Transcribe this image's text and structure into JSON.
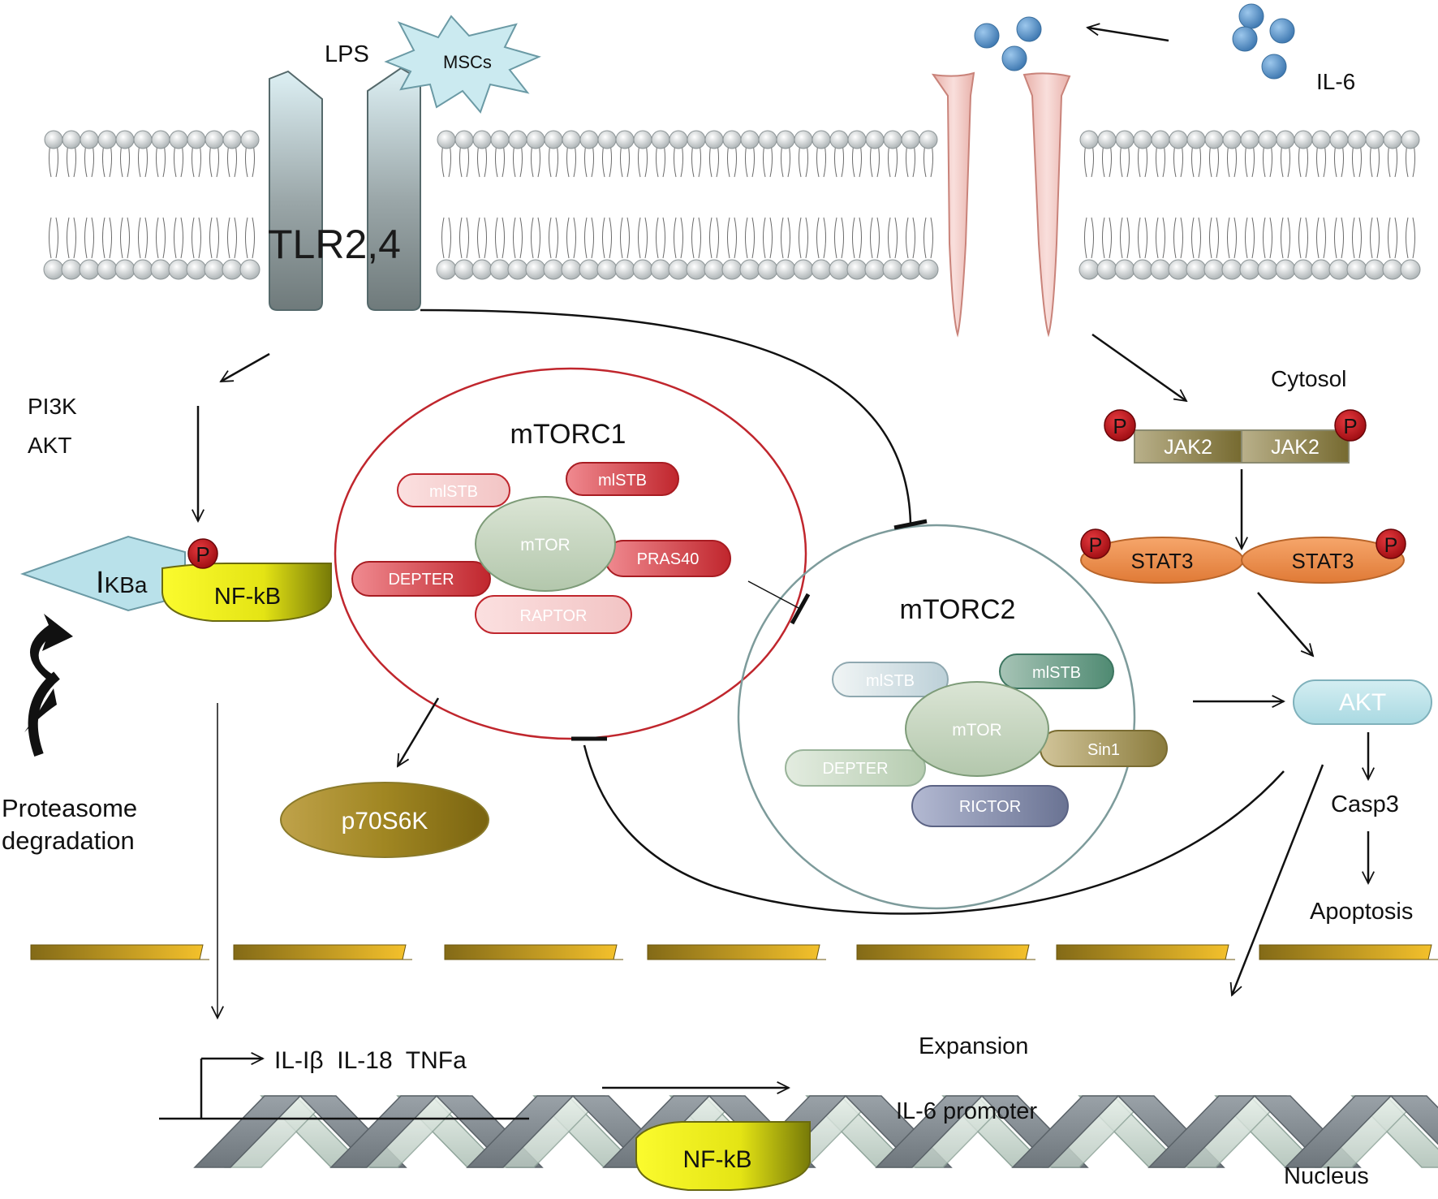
{
  "labels": {
    "lps": "LPS",
    "mscs": "MSCs",
    "tlr": "TLR2,4",
    "il6": "IL-6",
    "cytosol": "Cytosol",
    "pi3k": "PI3K",
    "akt_left": "AKT",
    "ikba_prefix": "I",
    "ikba_rest": "KBa",
    "nfkb": "NF-kB",
    "phospho": "P",
    "proteasome_line1": "Proteasome",
    "proteasome_line2": "degradation",
    "mtorc1": "mTORC1",
    "mtorc2": "mTORC2",
    "mtor": "mTOR",
    "mlst8": "mlSTB",
    "depter": "DEPTER",
    "pras40": "PRAS40",
    "raptor": "RAPTOR",
    "sin1": "Sin1",
    "rictor": "RICTOR",
    "p70s6k": "p70S6K",
    "jak2": "JAK2",
    "stat3": "STAT3",
    "akt": "AKT",
    "casp3": "Casp3",
    "apoptosis": "Apoptosis",
    "genes": "IL-Iβ  IL-18  TNFa",
    "expansion": "Expansion",
    "il6_promoter": "IL-6 promoter",
    "nfkb_nucleus": "NF-kB",
    "nucleus": "Nucleus"
  },
  "colors": {
    "tlr_gray": "#8e9898",
    "receptor_pink": "#f2c9c4",
    "il6_blue": "#4f8dc6",
    "mtorc1_border": "#c0262d",
    "mtorc2_border": "#7d9b9b",
    "nfkb_yellow": "#f4f21c",
    "ikba_blue": "#b9e1ea",
    "phospho_red": "#c4141c",
    "gold": "#f5c22b",
    "stat_orange": "#e98b4c",
    "akt_blue": "#b7e1e8"
  }
}
